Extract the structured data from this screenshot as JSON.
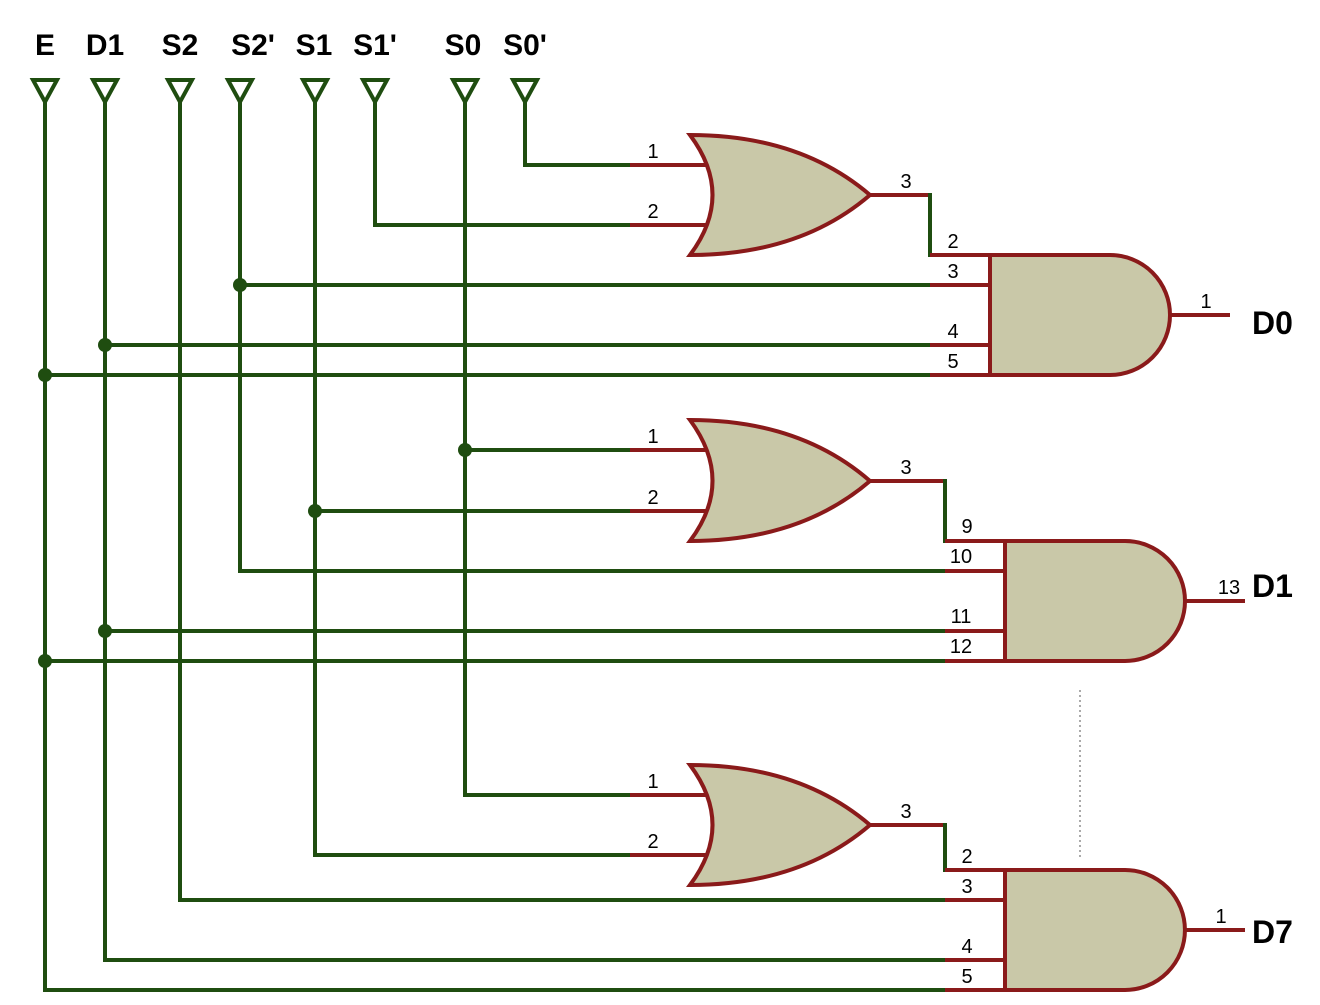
{
  "inputs": [
    {
      "id": "E",
      "label": "E"
    },
    {
      "id": "D1",
      "label": "D1"
    },
    {
      "id": "S2",
      "label": "S2"
    },
    {
      "id": "S2n",
      "label": "S2'"
    },
    {
      "id": "S1",
      "label": "S1"
    },
    {
      "id": "S1n",
      "label": "S1'"
    },
    {
      "id": "S0",
      "label": "S0"
    },
    {
      "id": "S0n",
      "label": "S0'"
    }
  ],
  "stages": [
    {
      "output": "D0",
      "or_gate": {
        "in_pins": [
          "1",
          "2"
        ],
        "out_pin": "3"
      },
      "and_gate": {
        "in_pins": [
          "2",
          "3",
          "4",
          "5"
        ],
        "out_pin": "1"
      }
    },
    {
      "output": "D1",
      "or_gate": {
        "in_pins": [
          "1",
          "2"
        ],
        "out_pin": "3"
      },
      "and_gate": {
        "in_pins": [
          "9",
          "10",
          "11",
          "12"
        ],
        "out_pin": "13"
      }
    },
    {
      "output": "D7",
      "or_gate": {
        "in_pins": [
          "1",
          "2"
        ],
        "out_pin": "3"
      },
      "and_gate": {
        "in_pins": [
          "2",
          "3",
          "4",
          "5"
        ],
        "out_pin": "1"
      }
    }
  ],
  "colors": {
    "wire": "#1f4d10",
    "gate_fill": "#c9c8a8",
    "gate_outline": "#8a1a1a"
  }
}
